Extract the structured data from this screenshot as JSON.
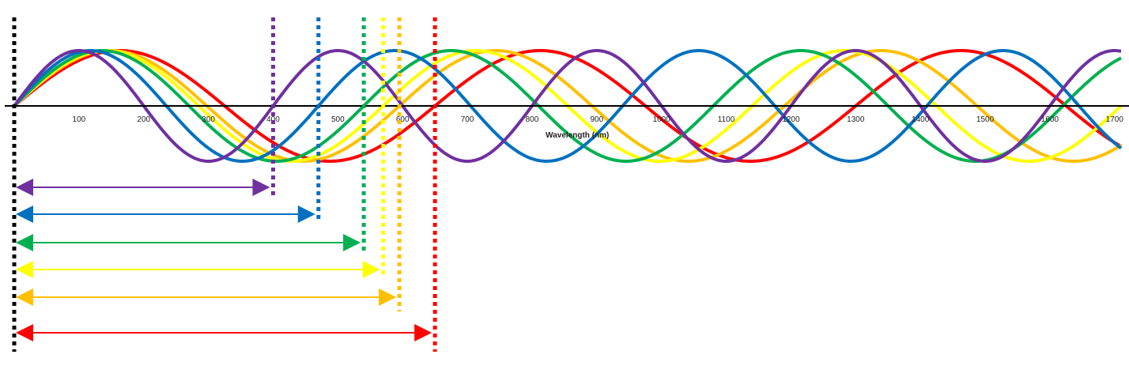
{
  "chart_data": {
    "type": "line",
    "xlabel": "Wavelength (nm)",
    "ylabel": "",
    "xlim": [
      0,
      1710
    ],
    "ylim": [
      -1,
      1
    ],
    "x_ticks": [
      100,
      200,
      300,
      400,
      500,
      600,
      700,
      800,
      900,
      1000,
      1100,
      1200,
      1300,
      1400,
      1500,
      1600,
      1700
    ],
    "grid": false,
    "legend": "none",
    "series": [
      {
        "color": "#ff0000",
        "wavelength": 650,
        "dashed_marker": 650
      },
      {
        "color": "#ffc000",
        "wavelength": 595,
        "dashed_marker": 595
      },
      {
        "color": "#ffff00",
        "wavelength": 570,
        "dashed_marker": 570
      },
      {
        "color": "#00b050",
        "wavelength": 540,
        "dashed_marker": 540
      },
      {
        "color": "#0070c0",
        "wavelength": 470,
        "dashed_marker": 470
      },
      {
        "color": "#7030a0",
        "wavelength": 400,
        "dashed_marker": 400
      }
    ],
    "origin_marker": {
      "color": "#000000",
      "x": 0
    },
    "arrows": [
      {
        "color": "#7030a0",
        "from": 0,
        "to": 400
      },
      {
        "color": "#0070c0",
        "from": 0,
        "to": 470
      },
      {
        "color": "#00b050",
        "from": 0,
        "to": 540
      },
      {
        "color": "#ffff00",
        "from": 0,
        "to": 570
      },
      {
        "color": "#ffc000",
        "from": 0,
        "to": 595
      },
      {
        "color": "#ff0000",
        "from": 0,
        "to": 650
      }
    ]
  }
}
